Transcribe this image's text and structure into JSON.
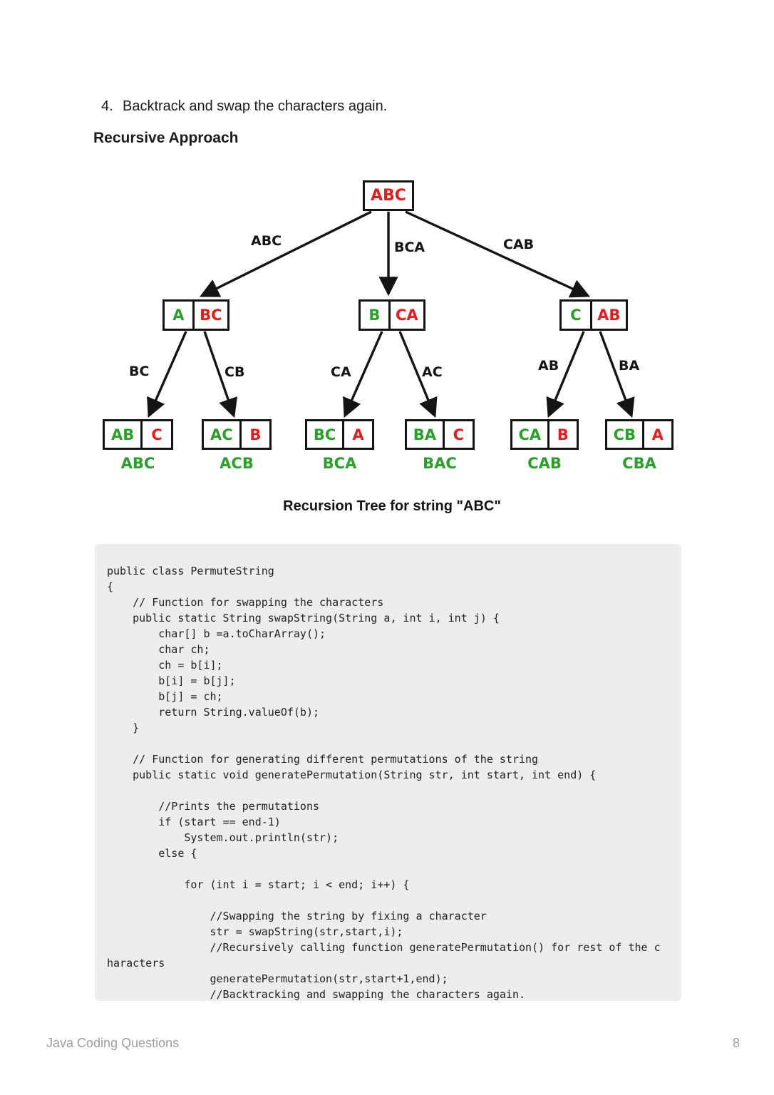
{
  "colors": {
    "green": "#2aa02a",
    "red": "#e51d1d",
    "line_black": "#141414",
    "text_black": "#1c1c1c",
    "code_bg": "#ededed",
    "footer_gray": "#9e9e9e"
  },
  "page": {
    "list_item_number": "4.",
    "list_item_text": "Backtrack and swap the characters again.",
    "section_heading": "Recursive Approach",
    "footer_left": "Java Coding Questions",
    "footer_page_number": "8"
  },
  "tree": {
    "caption": "Recursion Tree for string \"ABC\"",
    "root": {
      "label": "ABC"
    },
    "level2": [
      {
        "fixed": "A",
        "rest": "BC",
        "edge_label": "ABC"
      },
      {
        "fixed": "B",
        "rest": "CA",
        "edge_label": "BCA"
      },
      {
        "fixed": "C",
        "rest": "AB",
        "edge_label": "CAB"
      }
    ],
    "level3": [
      {
        "fixed": "AB",
        "rest": "C",
        "edge_label": "BC",
        "result": "ABC"
      },
      {
        "fixed": "AC",
        "rest": "B",
        "edge_label": "CB",
        "result": "ACB"
      },
      {
        "fixed": "BC",
        "rest": "A",
        "edge_label": "CA",
        "result": "BCA"
      },
      {
        "fixed": "BA",
        "rest": "C",
        "edge_label": "AC",
        "result": "BAC"
      },
      {
        "fixed": "CA",
        "rest": "B",
        "edge_label": "AB",
        "result": "CAB"
      },
      {
        "fixed": "CB",
        "rest": "A",
        "edge_label": "BA",
        "result": "CBA"
      }
    ]
  },
  "code": {
    "lines": [
      "public class PermuteString",
      "{",
      "    // Function for swapping the characters",
      "    public static String swapString(String a, int i, int j) {",
      "        char[] b =a.toCharArray();",
      "        char ch;",
      "        ch = b[i];",
      "        b[i] = b[j];",
      "        b[j] = ch;",
      "        return String.valueOf(b);",
      "    }",
      "",
      "    // Function for generating different permutations of the string",
      "    public static void generatePermutation(String str, int start, int end) {",
      "",
      "        //Prints the permutations",
      "        if (start == end-1)",
      "            System.out.println(str);",
      "        else {",
      "",
      "            for (int i = start; i < end; i++) {",
      "",
      "                //Swapping the string by fixing a character",
      "                str = swapString(str,start,i);",
      "                //Recursively calling function generatePermutation() for rest of the c",
      "haracters",
      "                generatePermutation(str,start+1,end);",
      "                //Backtracking and swapping the characters again."
    ]
  }
}
